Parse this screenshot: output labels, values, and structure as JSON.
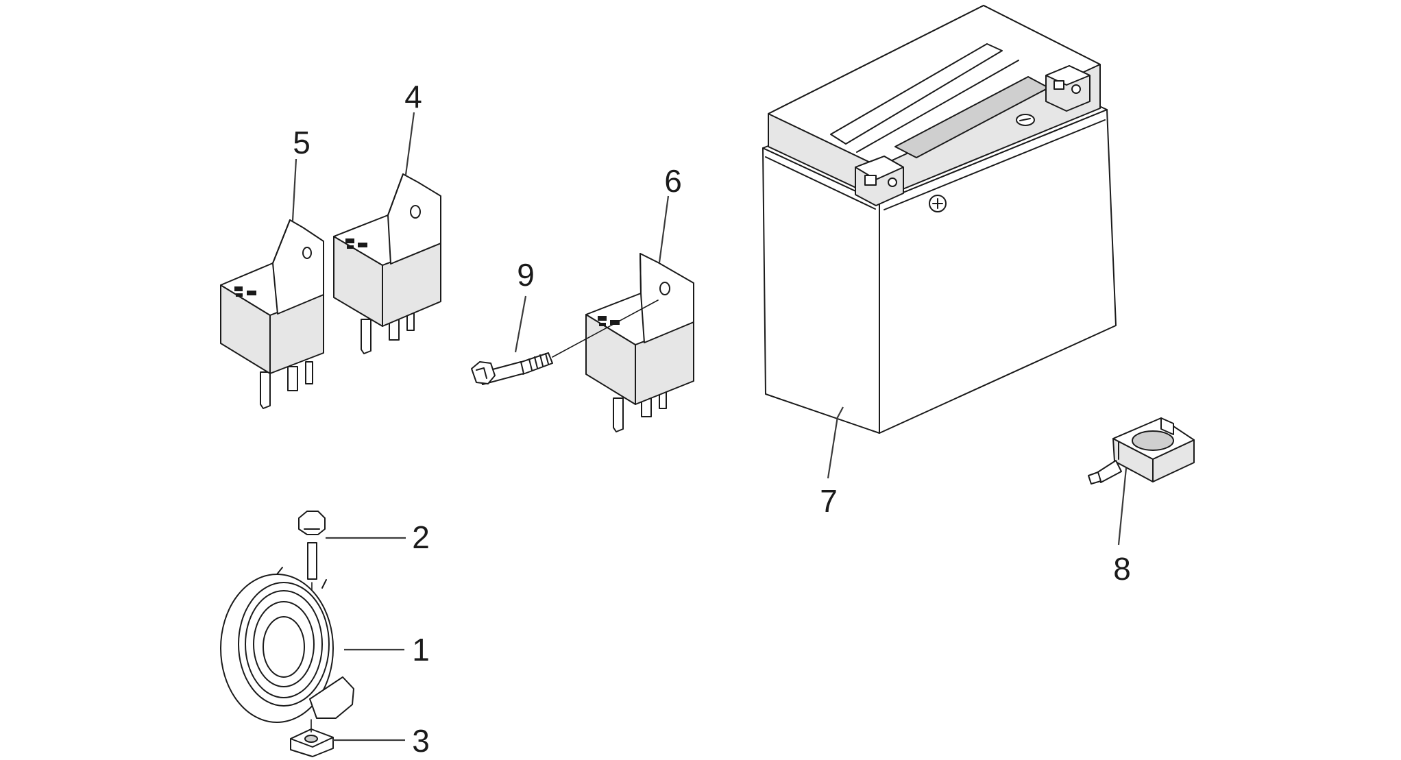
{
  "callouts": [
    {
      "id": "1",
      "label": "1"
    },
    {
      "id": "2",
      "label": "2"
    },
    {
      "id": "3",
      "label": "3"
    },
    {
      "id": "4",
      "label": "4"
    },
    {
      "id": "5",
      "label": "5"
    },
    {
      "id": "6",
      "label": "6"
    },
    {
      "id": "7",
      "label": "7"
    },
    {
      "id": "8",
      "label": "8"
    },
    {
      "id": "9",
      "label": "9"
    }
  ],
  "colors": {
    "line": "#1a1a1a",
    "fill": "#e6e6e6",
    "background": "#ffffff"
  }
}
